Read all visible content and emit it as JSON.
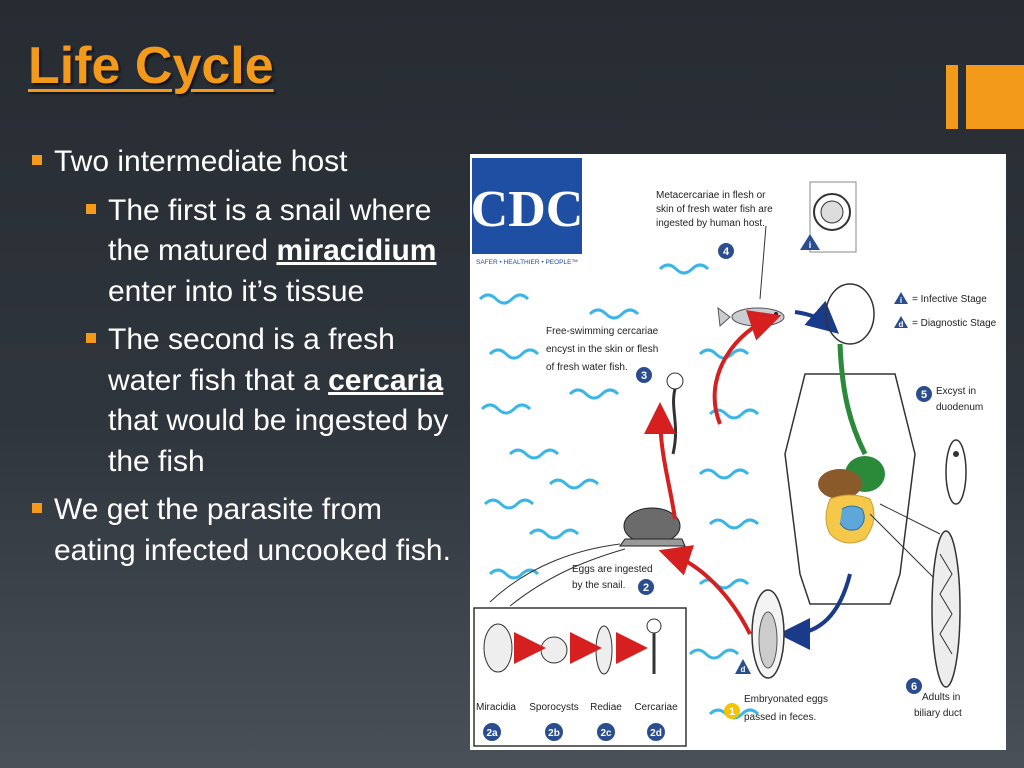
{
  "slide": {
    "title": "Life Cycle",
    "accent_color": "#f39a1a",
    "bullets": [
      {
        "text": "Two intermediate host"
      },
      {
        "pre": "The first is a snail where the matured ",
        "keyword": "miracidium",
        "post": " enter into it’s tissue"
      },
      {
        "pre": "The second is a fresh water fish that a ",
        "keyword": "cercaria",
        "post": " that would be ingested by the fish"
      },
      {
        "text": "We get the parasite from eating infected uncooked fish."
      }
    ]
  },
  "figure": {
    "logo": "CDC",
    "logo_tagline": "SAFER • HEALTHIER • PEOPLE™",
    "legend": {
      "infective_symbol": "i",
      "infective": "= Infective Stage",
      "diagnostic_symbol": "d",
      "diagnostic": "= Diagnostic Stage"
    },
    "stages": {
      "s4": {
        "num": "4",
        "lines": [
          "Metacercariae in flesh or",
          "skin of fresh water fish are",
          "ingested by human host."
        ]
      },
      "s3": {
        "num": "3",
        "lines": [
          "Free-swimming cercariae",
          "encyst in the skin or flesh",
          "of fresh water fish."
        ]
      },
      "s5": {
        "num": "5",
        "lines": [
          "Excyst in",
          "duodenum"
        ]
      },
      "s2": {
        "num": "2",
        "lines": [
          "Eggs are ingested",
          "by the snail."
        ]
      },
      "s1": {
        "num": "1",
        "lines": [
          "Embryonated eggs",
          "passed in feces."
        ]
      },
      "s6": {
        "num": "6",
        "lines": [
          "Adults in",
          "biliary duct"
        ]
      }
    },
    "substages": [
      {
        "label": "Miracidia",
        "badge": "2a"
      },
      {
        "label": "Sporocysts",
        "badge": "2b"
      },
      {
        "label": "Rediae",
        "badge": "2c"
      },
      {
        "label": "Cercariae",
        "badge": "2d"
      }
    ],
    "colors": {
      "stage_badge": "#2a4d8f",
      "cdc_blue": "#1f4fa3",
      "red_arrow": "#d62020",
      "blue_arrow": "#1a3a8a",
      "water": "#38b6e6",
      "egg_badge": "#f2c500"
    }
  }
}
